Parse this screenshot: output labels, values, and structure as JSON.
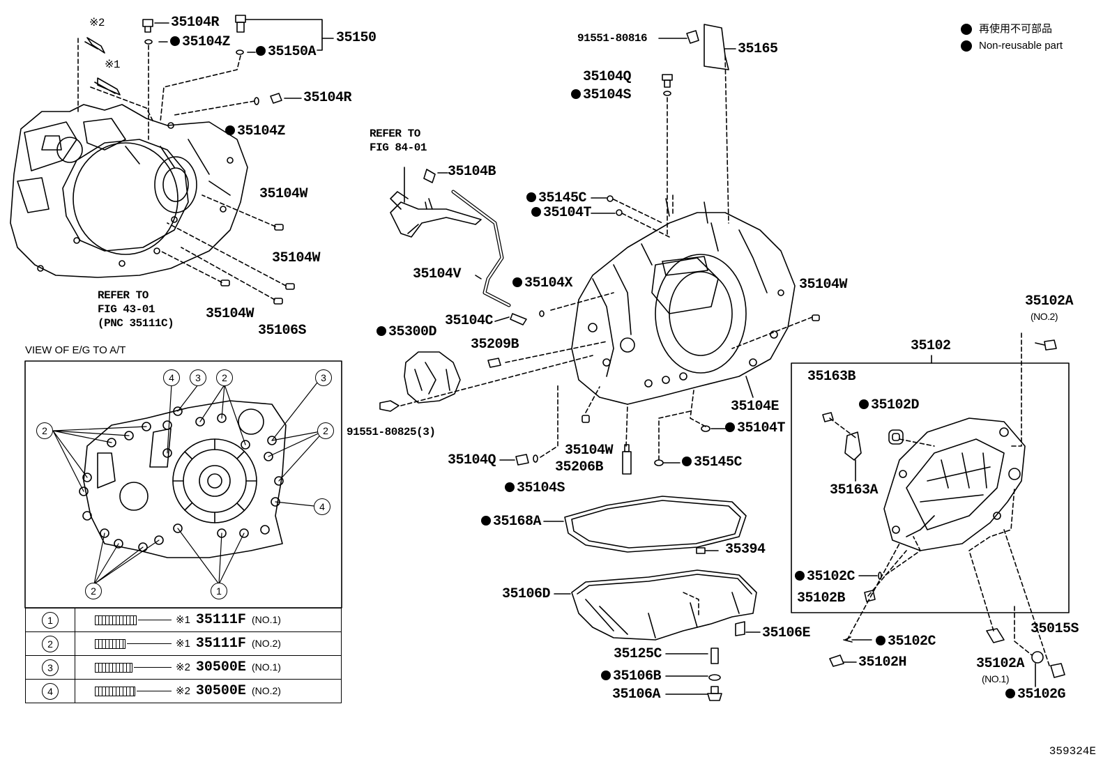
{
  "legend": {
    "jp": "再使用不可部品",
    "en": "Non-reusable part"
  },
  "figure_id": "359324E",
  "view_title": "VIEW OF E/G TO A/T",
  "refer_left": [
    "REFER TO",
    "FIG 43-01",
    "(PNC 35111C)"
  ],
  "refer_top": [
    "REFER TO",
    "FIG 84-01"
  ],
  "marks": {
    "m1": "※1",
    "m2": "※2"
  },
  "view_numbers": [
    "1",
    "2",
    "3",
    "4"
  ],
  "labels": {
    "p35104R_a": "35104R",
    "p35104Z_a": "35104Z",
    "p35150A": "35150A",
    "p35150": "35150",
    "p35104R_b": "35104R",
    "p35104Z_b": "35104Z",
    "p35104W_a": "35104W",
    "p35104W_b": "35104W",
    "p35104W_c": "35104W",
    "p35106S": "35106S",
    "p35104B": "35104B",
    "p35104V": "35104V",
    "p35104C": "35104C",
    "p35104X": "35104X",
    "p35300D": "35300D",
    "p35209B": "35209B",
    "p91551_80825": "91551-80825(3)",
    "p91551_80816": "91551-80816",
    "p35165": "35165",
    "p35104Q_a": "35104Q",
    "p35104S_a": "35104S",
    "p35145C_a": "35145C",
    "p35104T_a": "35104T",
    "p35104W_d": "35104W",
    "p35104E": "35104E",
    "p35104T_b": "35104T",
    "p35145C_b": "35145C",
    "p35104W_e": "35104W",
    "p35206B": "35206B",
    "p35104Q_b": "35104Q",
    "p35104S_b": "35104S",
    "p35168A": "35168A",
    "p35394": "35394",
    "p35106D": "35106D",
    "p35106E": "35106E",
    "p35125C": "35125C",
    "p35106B": "35106B",
    "p35106A": "35106A",
    "p35102A_no2": "35102A",
    "no2": "(NO.2)",
    "p35102": "35102",
    "p35163B": "35163B",
    "p35102D": "35102D",
    "p35163A": "35163A",
    "p35102C_a": "35102C",
    "p35102B": "35102B",
    "p35102C_b": "35102C",
    "p35102H": "35102H",
    "p35102A_no1": "35102A",
    "no1": "(NO.1)",
    "p35015S": "35015S",
    "p35102G": "35102G"
  },
  "bolt_table": [
    {
      "num": "1",
      "mark": "※1",
      "pn": "35111F",
      "no": "(NO.1)"
    },
    {
      "num": "2",
      "mark": "※1",
      "pn": "35111F",
      "no": "(NO.2)"
    },
    {
      "num": "3",
      "mark": "※2",
      "pn": "30500E",
      "no": "(NO.1)"
    },
    {
      "num": "4",
      "mark": "※2",
      "pn": "30500E",
      "no": "(NO.2)"
    }
  ]
}
